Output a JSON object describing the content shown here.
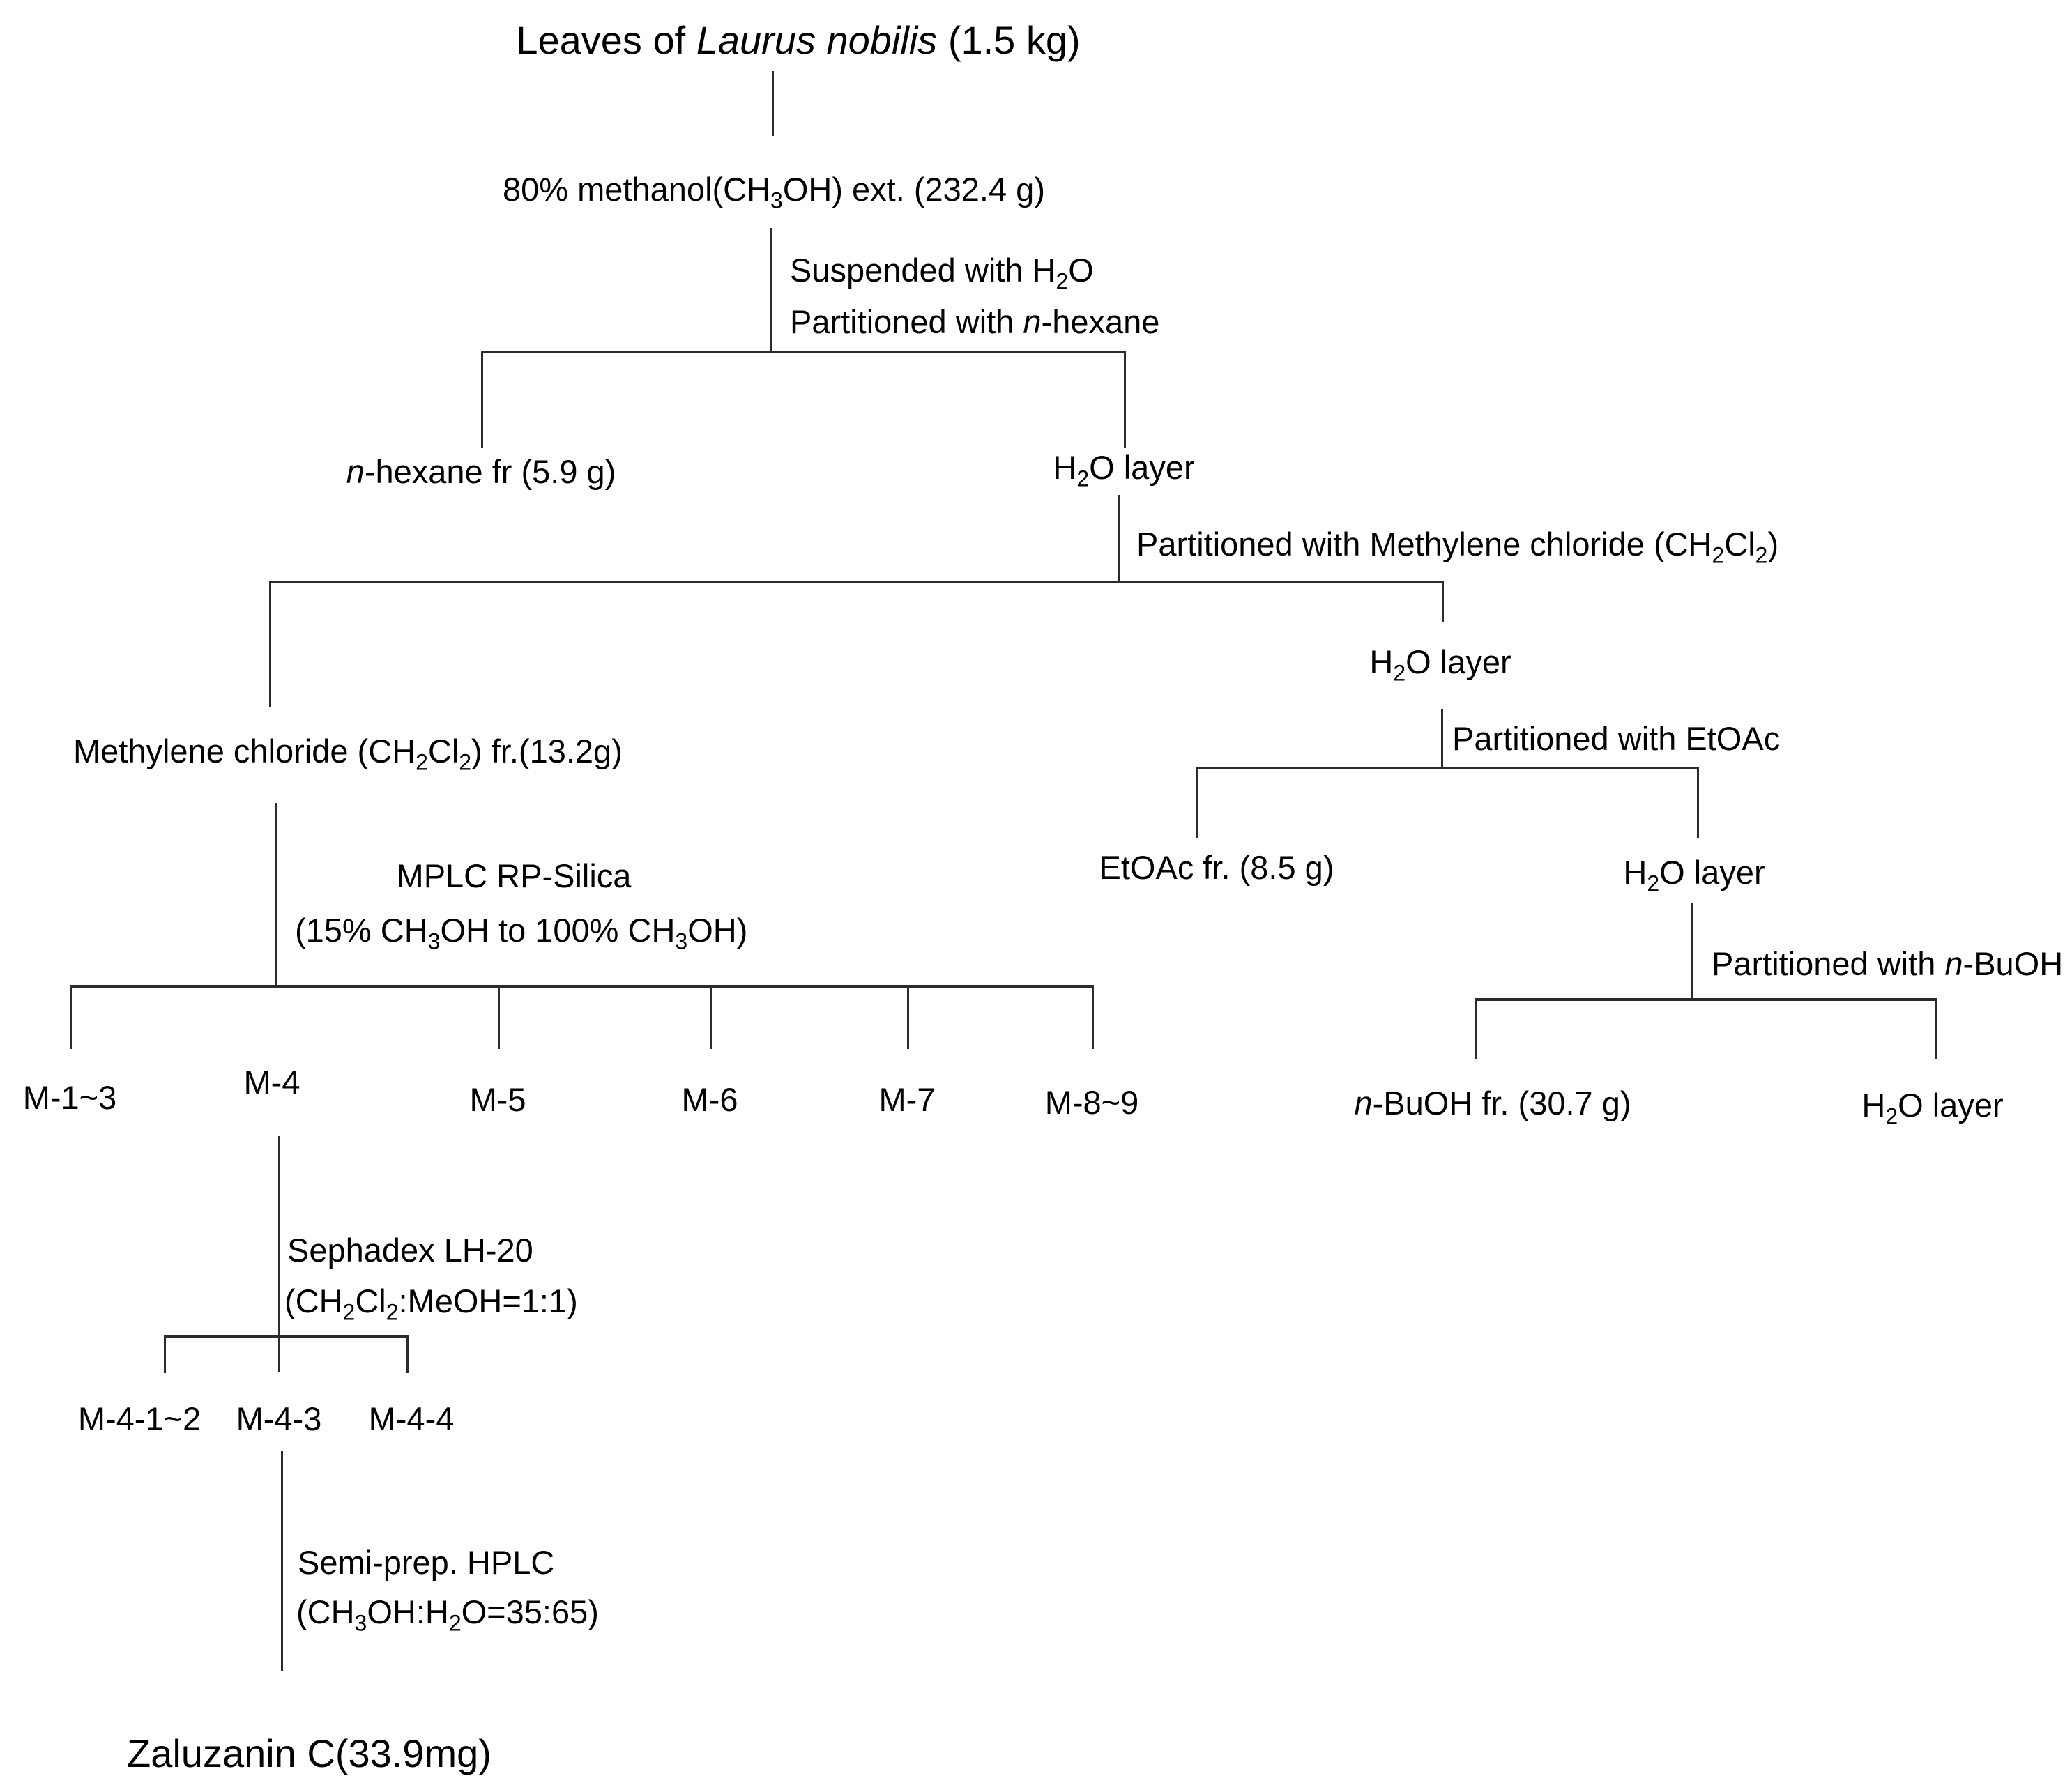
{
  "figure": {
    "type": "extraction-fractionation-flowchart",
    "background_color": "#ffffff",
    "line_color": "#2b2b2b",
    "text_color": "#000000"
  },
  "nodes": {
    "title": {
      "parts": [
        {
          "t": "Leaves of "
        },
        {
          "t": "Laurus nobilis",
          "style": "italic"
        },
        {
          "t": " (1.5 kg)"
        }
      ]
    },
    "methanol_extract": {
      "parts": [
        {
          "t": "80% methanol(CH"
        },
        {
          "t": "3",
          "style": "sub"
        },
        {
          "t": "OH) ext. (232.4 g)"
        }
      ]
    },
    "step_suspended_water": {
      "parts": [
        {
          "t": "Suspended with H"
        },
        {
          "t": "2",
          "style": "sub"
        },
        {
          "t": "O"
        }
      ]
    },
    "step_partition_hexane": {
      "parts": [
        {
          "t": "Partitioned with "
        },
        {
          "t": "n",
          "style": "italic"
        },
        {
          "t": "-hexane"
        }
      ]
    },
    "hexane_fraction": {
      "parts": [
        {
          "t": "n",
          "style": "italic"
        },
        {
          "t": "-hexane fr (5.9 g)"
        }
      ]
    },
    "water_layer_1": {
      "parts": [
        {
          "t": "H"
        },
        {
          "t": "2",
          "style": "sub"
        },
        {
          "t": "O layer"
        }
      ]
    },
    "step_partition_methylene_chloride": {
      "parts": [
        {
          "t": "Partitioned with Methylene chloride (CH"
        },
        {
          "t": "2",
          "style": "sub"
        },
        {
          "t": "Cl"
        },
        {
          "t": "2",
          "style": "sub"
        },
        {
          "t": ")"
        }
      ]
    },
    "methylene_chloride_fraction": {
      "parts": [
        {
          "t": "Methylene chloride (CH"
        },
        {
          "t": "2",
          "style": "sub"
        },
        {
          "t": "Cl"
        },
        {
          "t": "2",
          "style": "sub"
        },
        {
          "t": ") fr.(13.2g)"
        }
      ]
    },
    "water_layer_2": {
      "parts": [
        {
          "t": "H"
        },
        {
          "t": "2",
          "style": "sub"
        },
        {
          "t": "O layer"
        }
      ]
    },
    "step_partition_etoac": {
      "parts": [
        {
          "t": "Partitioned with EtOAc"
        }
      ]
    },
    "etoac_fraction": {
      "parts": [
        {
          "t": "EtOAc fr. (8.5 g)"
        }
      ]
    },
    "water_layer_3": {
      "parts": [
        {
          "t": "H"
        },
        {
          "t": "2",
          "style": "sub"
        },
        {
          "t": "O layer"
        }
      ]
    },
    "step_partition_buoh": {
      "parts": [
        {
          "t": "Partitioned with "
        },
        {
          "t": "n",
          "style": "italic"
        },
        {
          "t": "-BuOH"
        }
      ]
    },
    "buoh_fraction": {
      "parts": [
        {
          "t": "n",
          "style": "italic"
        },
        {
          "t": "-BuOH fr. (30.7 g)"
        }
      ]
    },
    "water_layer_4": {
      "parts": [
        {
          "t": "H"
        },
        {
          "t": "2",
          "style": "sub"
        },
        {
          "t": "O layer"
        }
      ]
    },
    "step_mplc_line1": {
      "parts": [
        {
          "t": "MPLC RP-Silica"
        }
      ]
    },
    "step_mplc_line2": {
      "parts": [
        {
          "t": "(15% CH"
        },
        {
          "t": "3",
          "style": "sub"
        },
        {
          "t": "OH to 100% CH"
        },
        {
          "t": "3",
          "style": "sub"
        },
        {
          "t": "OH)"
        }
      ]
    },
    "fraction_m1_3": {
      "parts": [
        {
          "t": "M-1~3"
        }
      ]
    },
    "fraction_m4": {
      "parts": [
        {
          "t": "M-4"
        }
      ]
    },
    "fraction_m5": {
      "parts": [
        {
          "t": "M-5"
        }
      ]
    },
    "fraction_m6": {
      "parts": [
        {
          "t": "M-6"
        }
      ]
    },
    "fraction_m7": {
      "parts": [
        {
          "t": "M-7"
        }
      ]
    },
    "fraction_m8_9": {
      "parts": [
        {
          "t": "M-8~9"
        }
      ]
    },
    "step_sephadex_line1": {
      "parts": [
        {
          "t": "Sephadex LH-20"
        }
      ]
    },
    "step_sephadex_line2": {
      "parts": [
        {
          "t": "(CH"
        },
        {
          "t": "2",
          "style": "sub"
        },
        {
          "t": "Cl"
        },
        {
          "t": "2",
          "style": "sub"
        },
        {
          "t": ":MeOH=1:1)"
        }
      ]
    },
    "fraction_m4_1_2": {
      "parts": [
        {
          "t": "M-4-1~2"
        }
      ]
    },
    "fraction_m4_3": {
      "parts": [
        {
          "t": "M-4-3"
        }
      ]
    },
    "fraction_m4_4": {
      "parts": [
        {
          "t": "M-4-4"
        }
      ]
    },
    "step_hplc_line1": {
      "parts": [
        {
          "t": "Semi-prep. HPLC"
        }
      ]
    },
    "step_hplc_line2": {
      "parts": [
        {
          "t": "(CH"
        },
        {
          "t": "3",
          "style": "sub"
        },
        {
          "t": "OH:H"
        },
        {
          "t": "2",
          "style": "sub"
        },
        {
          "t": "O=35:65)"
        }
      ]
    },
    "isolated_compound": {
      "parts": [
        {
          "t": "Zaluzanin C(33.9mg)"
        }
      ]
    }
  }
}
